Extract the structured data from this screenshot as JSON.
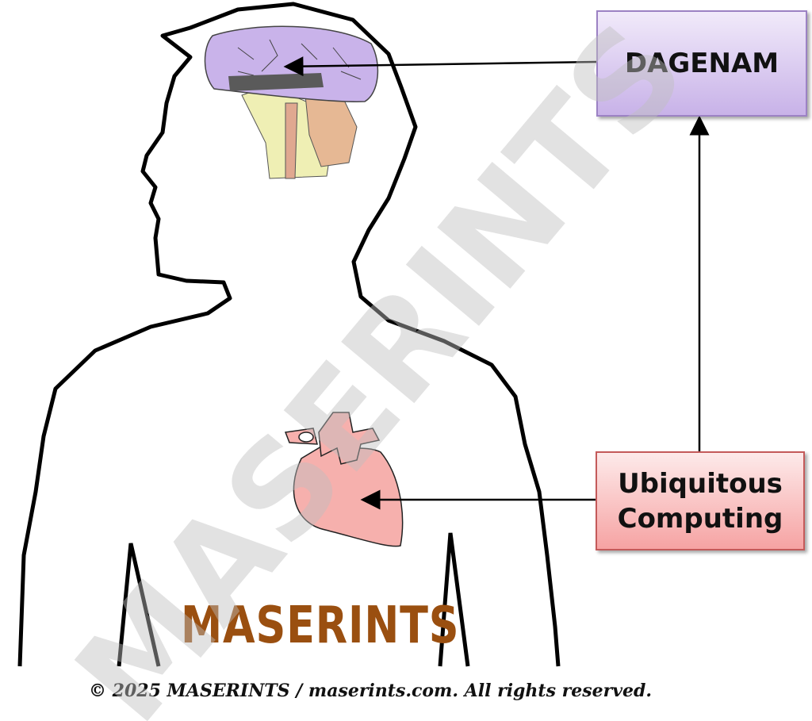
{
  "boxes": {
    "top": {
      "label": "DAGENAM"
    },
    "bottom": {
      "line1": "Ubiquitous",
      "line2": "Computing"
    }
  },
  "brand_label": "MASERINTS",
  "watermark": "MASERINTS",
  "copyright": "© 2025 MASERINTS / maserints.com. All rights reserved.",
  "colors": {
    "brain": "#c9b3ea",
    "heart": "#f6b0ad",
    "brand": "#9a4f10"
  }
}
